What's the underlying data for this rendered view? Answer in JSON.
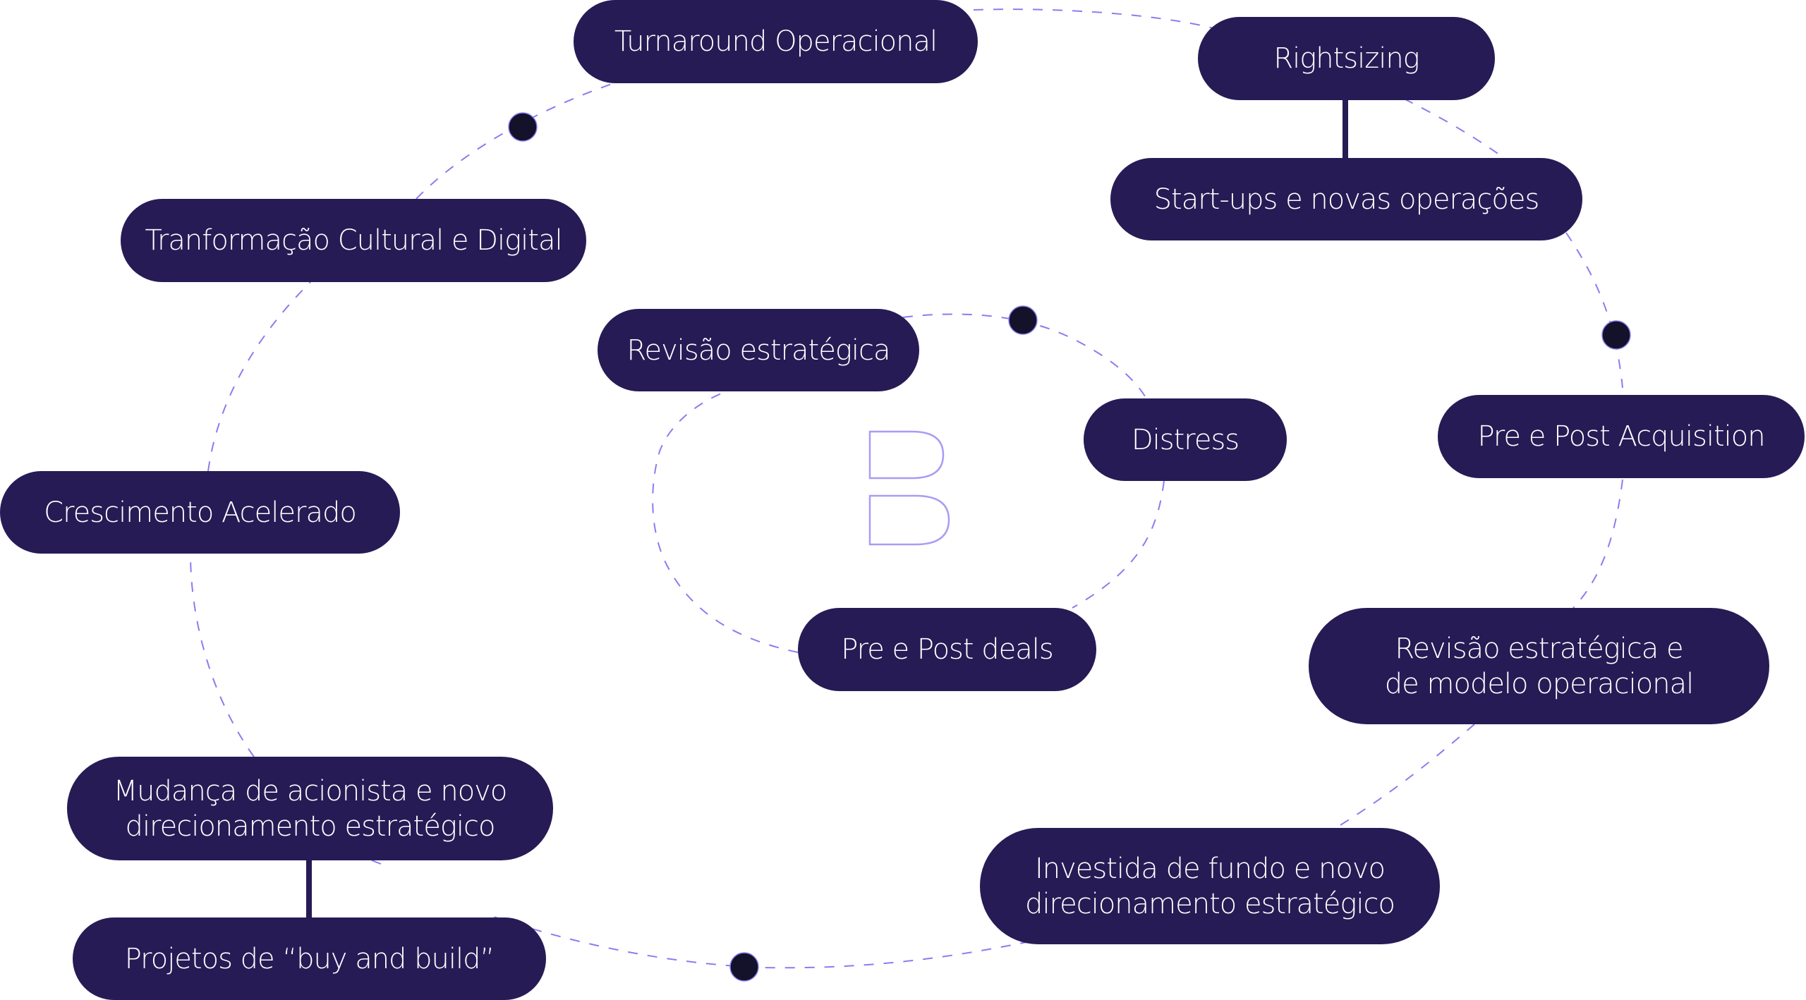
{
  "colors": {
    "pill_fill": "#271b55",
    "pill_text": "#ffffff",
    "dashed_ring": "#8b7cf0",
    "dot_fill": "#14112a",
    "connector": "#271b55",
    "logo_stroke": "#a99cf5",
    "background": "#ffffff"
  },
  "logo": {
    "icon": "double-d-logo-icon"
  },
  "outer_ring": {
    "nodes": [
      {
        "id": "turnaround",
        "label": "Turnaround Operacional"
      },
      {
        "id": "rightsizing",
        "label": "Rightsizing"
      },
      {
        "id": "startups",
        "label": "Start-ups e novas operações"
      },
      {
        "id": "pre-post-acquisition",
        "label": "Pre e Post Acquisition"
      },
      {
        "id": "revisao-modelo",
        "label": "Revisão estratégica e\nde modelo operacional"
      },
      {
        "id": "investida-fundo",
        "label": "Investida de fundo e novo\ndirecionamento estratégico"
      },
      {
        "id": "projetos-buy-build",
        "label": "Projetos de “buy and build”"
      },
      {
        "id": "mudanca-acionista",
        "label": "Mudança de acionista e novo\ndirecionamento estratégico"
      },
      {
        "id": "crescimento",
        "label": "Crescimento Acelerado"
      },
      {
        "id": "transformacao",
        "label": "Tranformação Cultural e Digital"
      }
    ]
  },
  "inner_ring": {
    "nodes": [
      {
        "id": "revisao-estrategica",
        "label": "Revisão estratégica"
      },
      {
        "id": "distress",
        "label": "Distress"
      },
      {
        "id": "pre-post-deals",
        "label": "Pre e Post deals"
      }
    ]
  },
  "connectors": [
    {
      "from": "Rightsizing",
      "to": "Start-ups e novas operações"
    },
    {
      "from": "Mudança de acionista e novo direcionamento estratégico",
      "to": "Projetos de “buy and build”"
    }
  ]
}
